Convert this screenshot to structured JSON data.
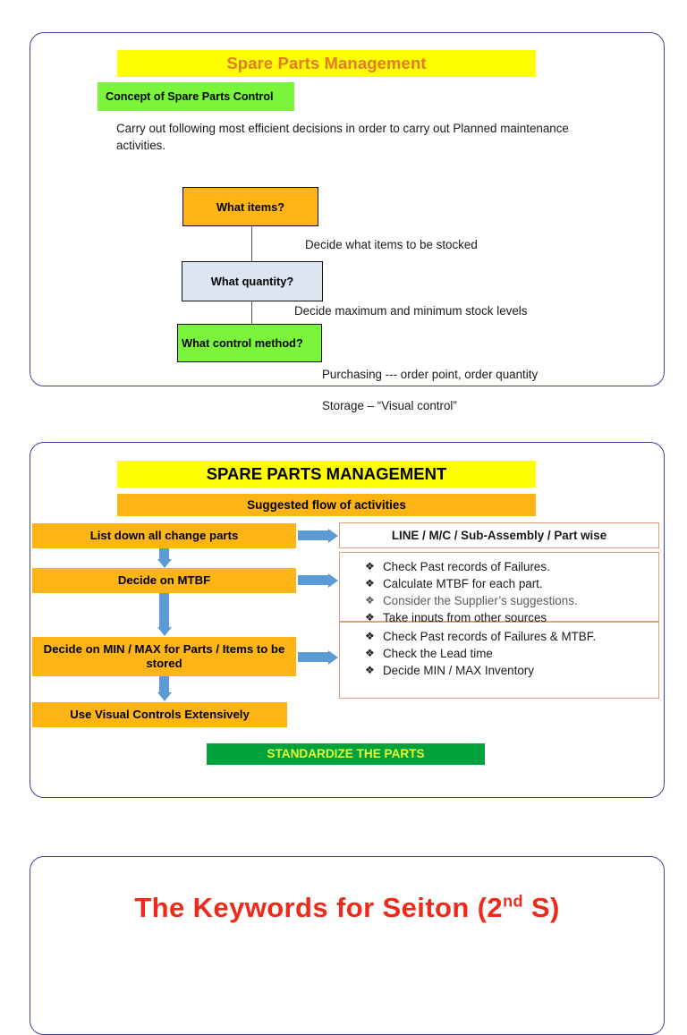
{
  "slide1": {
    "title": "Spare Parts Management",
    "subtitle": "Concept of Spare Parts Control",
    "paragraph": "Carry out following most efficient decisions  in order to carry out Planned maintenance activities.",
    "nodes": [
      {
        "label": "What items?",
        "color": "#FCB514"
      },
      {
        "label": "What quantity?",
        "color": "#DCE6F1"
      },
      {
        "label": "What control method?",
        "color": "#7BF53B"
      }
    ],
    "notes": [
      "Decide what items to be stocked",
      "Decide maximum   and minimum stock levels",
      "Purchasing --- order point, order quantity",
      "Storage – “Visual control”"
    ]
  },
  "slide2": {
    "title": "SPARE PARTS MANAGEMENT",
    "flow_bar": "Suggested flow of activities",
    "steps": [
      "List down all change parts",
      "Decide on  MTBF",
      "Decide on MIN / MAX for Parts / Items to be   stored",
      "Use Visual Controls Extensively"
    ],
    "detail_boxes": [
      {
        "heading": "LINE / M/C / Sub-Assembly / Part wise",
        "items": []
      },
      {
        "heading": "",
        "items": [
          {
            "text": "Check Past records of Failures.",
            "muted": false
          },
          {
            "text": "Calculate MTBF for each part.",
            "muted": false
          },
          {
            "text": "Consider the Supplier’s suggestions.",
            "muted": true
          },
          {
            "text": "Take inputs from other sources",
            "muted": false
          }
        ]
      },
      {
        "heading": "",
        "items": [
          {
            "text": "Check Past records of Failures & MTBF.",
            "muted": false
          },
          {
            "text": "Check the Lead time",
            "muted": false
          },
          {
            "text": "Decide MIN / MAX Inventory",
            "muted": false
          }
        ]
      }
    ],
    "bullet_glyph": "❖",
    "standardize_bar": "STANDARDIZE THE PARTS"
  },
  "slide3": {
    "title_main": "The Keywords for Seiton (2",
    "title_sup": "nd",
    "title_tail": " S)"
  },
  "colors": {
    "slide_border": "#4040A0",
    "title_yellow": "#FFFF00",
    "title_orange_text": "#E8792A",
    "amber": "#FCB514",
    "green_light": "#7BF53B",
    "blue_light": "#DCE6F1",
    "arrow_blue": "#5B9BD5",
    "green_dark": "#00A23C",
    "green_text": "#E8FF2E",
    "box_border_peach": "#E0A080",
    "red": "#EE2B1A"
  }
}
